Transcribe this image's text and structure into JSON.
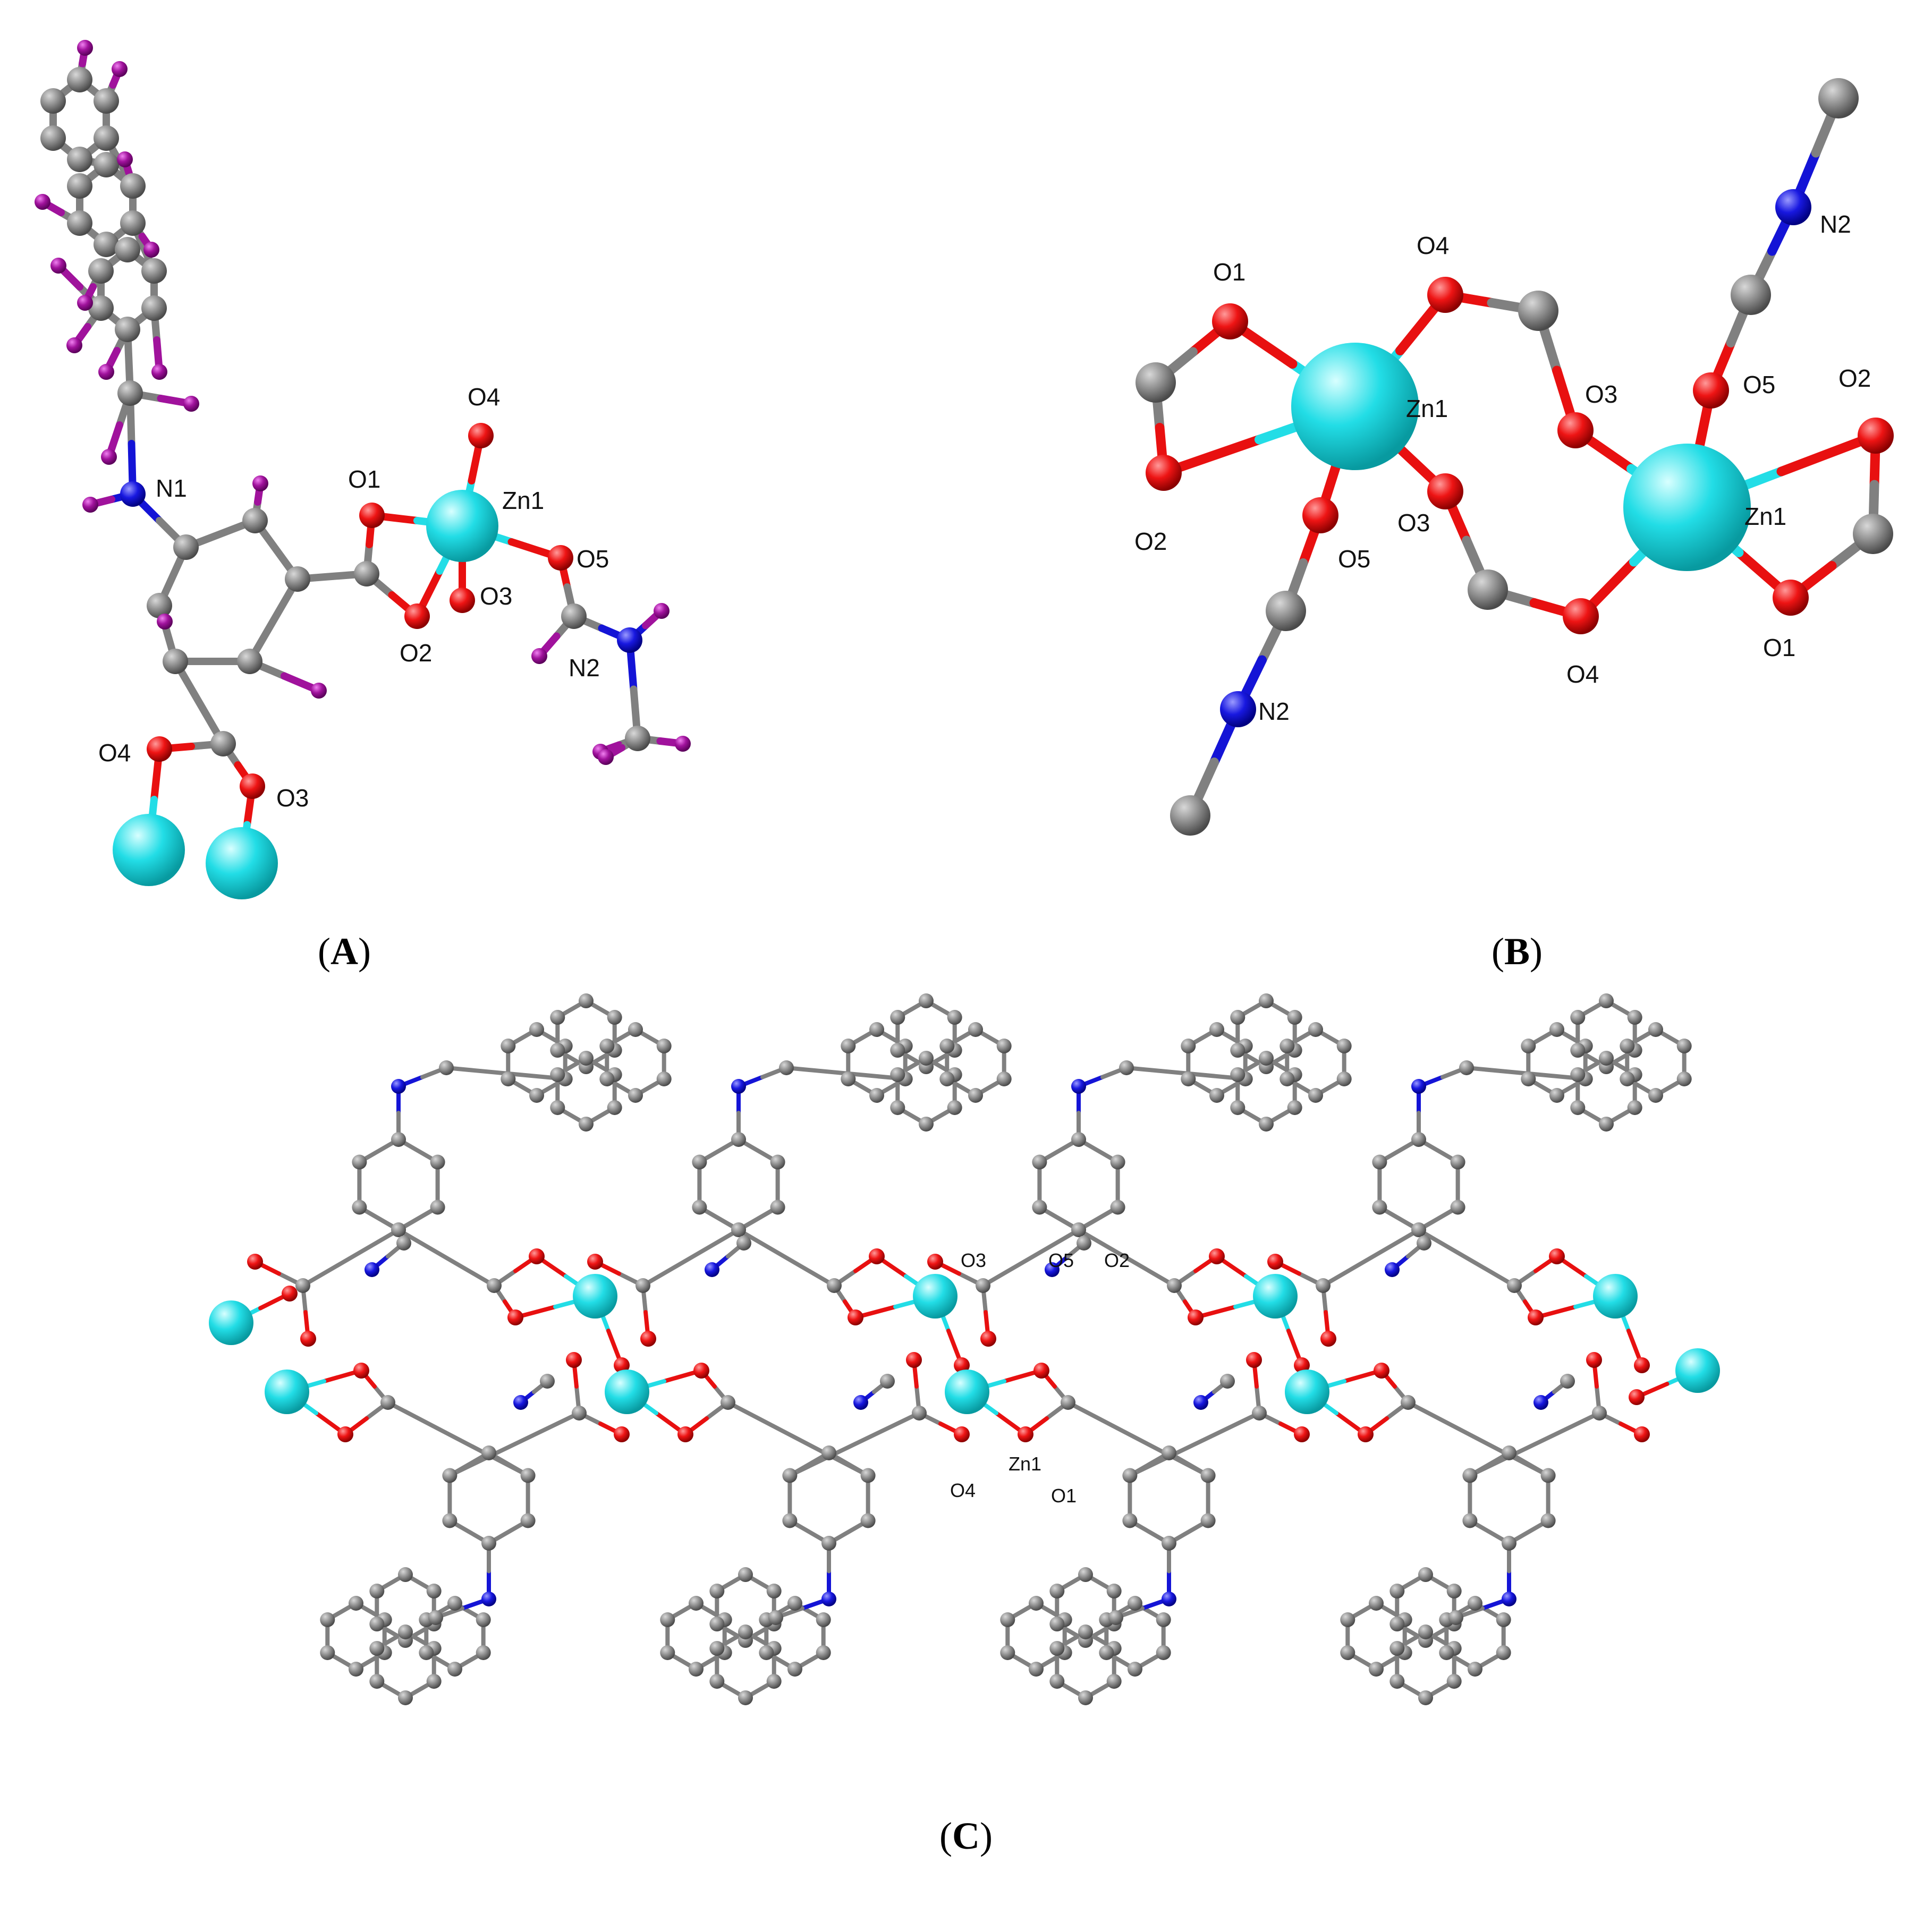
{
  "colors": {
    "carbon": "#808080",
    "oxygen": "#e81010",
    "nitrogen": "#1414d6",
    "zinc": "#22dde6",
    "hydrogen": "#a0129c",
    "bond": "#8a8a8a",
    "background": "#ffffff"
  },
  "panels": {
    "A": {
      "caption_open": "(",
      "caption_letter": "A",
      "caption_close": ")",
      "labels": {
        "N1": "N1",
        "O1": "O1",
        "O2": "O2",
        "O3_top": "O3",
        "O4_top": "O4",
        "Zn1": "Zn1",
        "O5": "O5",
        "N2": "N2",
        "O4_bottom": "O4",
        "O3_bottom": "O3"
      }
    },
    "B": {
      "caption_open": "(",
      "caption_letter": "B",
      "caption_close": ")",
      "labels": {
        "O1_left": "O1",
        "O4_top": "O4",
        "Zn1_left": "Zn1",
        "O2_left": "O2",
        "O3_mid": "O3",
        "O5_left": "O5",
        "N2_left": "N2",
        "O3_right": "O3",
        "O5_right": "O5",
        "O2_right": "O2",
        "Zn1_right": "Zn1",
        "O1_right": "O1",
        "O4_bottom": "O4",
        "N2_right": "N2"
      }
    },
    "C": {
      "caption_open": "(",
      "caption_letter": "C",
      "caption_close": ")",
      "labels": {
        "O3": "O3",
        "O5": "O5",
        "O2": "O2",
        "O4": "O4",
        "Zn1": "Zn1",
        "O1": "O1"
      }
    }
  }
}
